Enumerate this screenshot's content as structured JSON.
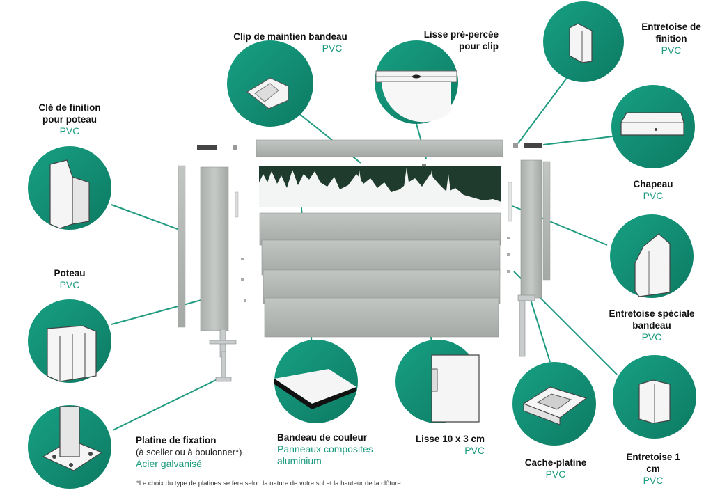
{
  "colors": {
    "teal": "#14967c",
    "teal_dark": "#0f7d66",
    "line": "#1f9b80",
    "wood": "#b9bdba",
    "wood_dark": "#8f9491"
  },
  "labels": {
    "clip": {
      "title": "Clip de maintien bandeau",
      "material": "PVC"
    },
    "lisse_clip": {
      "title": "Lisse pré-percée pour clip"
    },
    "entretoise_finition": {
      "title": "Entretoise de finition",
      "material": "PVC"
    },
    "cle": {
      "title": "Clé de finition pour poteau",
      "material": "PVC"
    },
    "chapeau": {
      "title": "Chapeau",
      "material": "PVC"
    },
    "poteau": {
      "title": "Poteau",
      "material": "PVC"
    },
    "entretoise_bandeau": {
      "title": "Entretoise spéciale bandeau",
      "material": "PVC"
    },
    "platine": {
      "title": "Platine de fixation",
      "subtitle": "(à sceller ou à boulonner*)",
      "material": "Acier galvanisé"
    },
    "bandeau": {
      "title": "Bandeau de couleur",
      "material1": "Panneaux composites",
      "material2": "aluminium"
    },
    "lisse": {
      "title": "Lisse 10 x 3 cm",
      "material": "PVC"
    },
    "cache": {
      "title": "Cache-platine",
      "material": "PVC"
    },
    "entretoise_1cm": {
      "title": "Entretoise 1 cm",
      "material": "PVC"
    }
  },
  "footnote": "*Le choix du type de platines se fera selon la nature de votre sol et la hauteur de la clôture."
}
